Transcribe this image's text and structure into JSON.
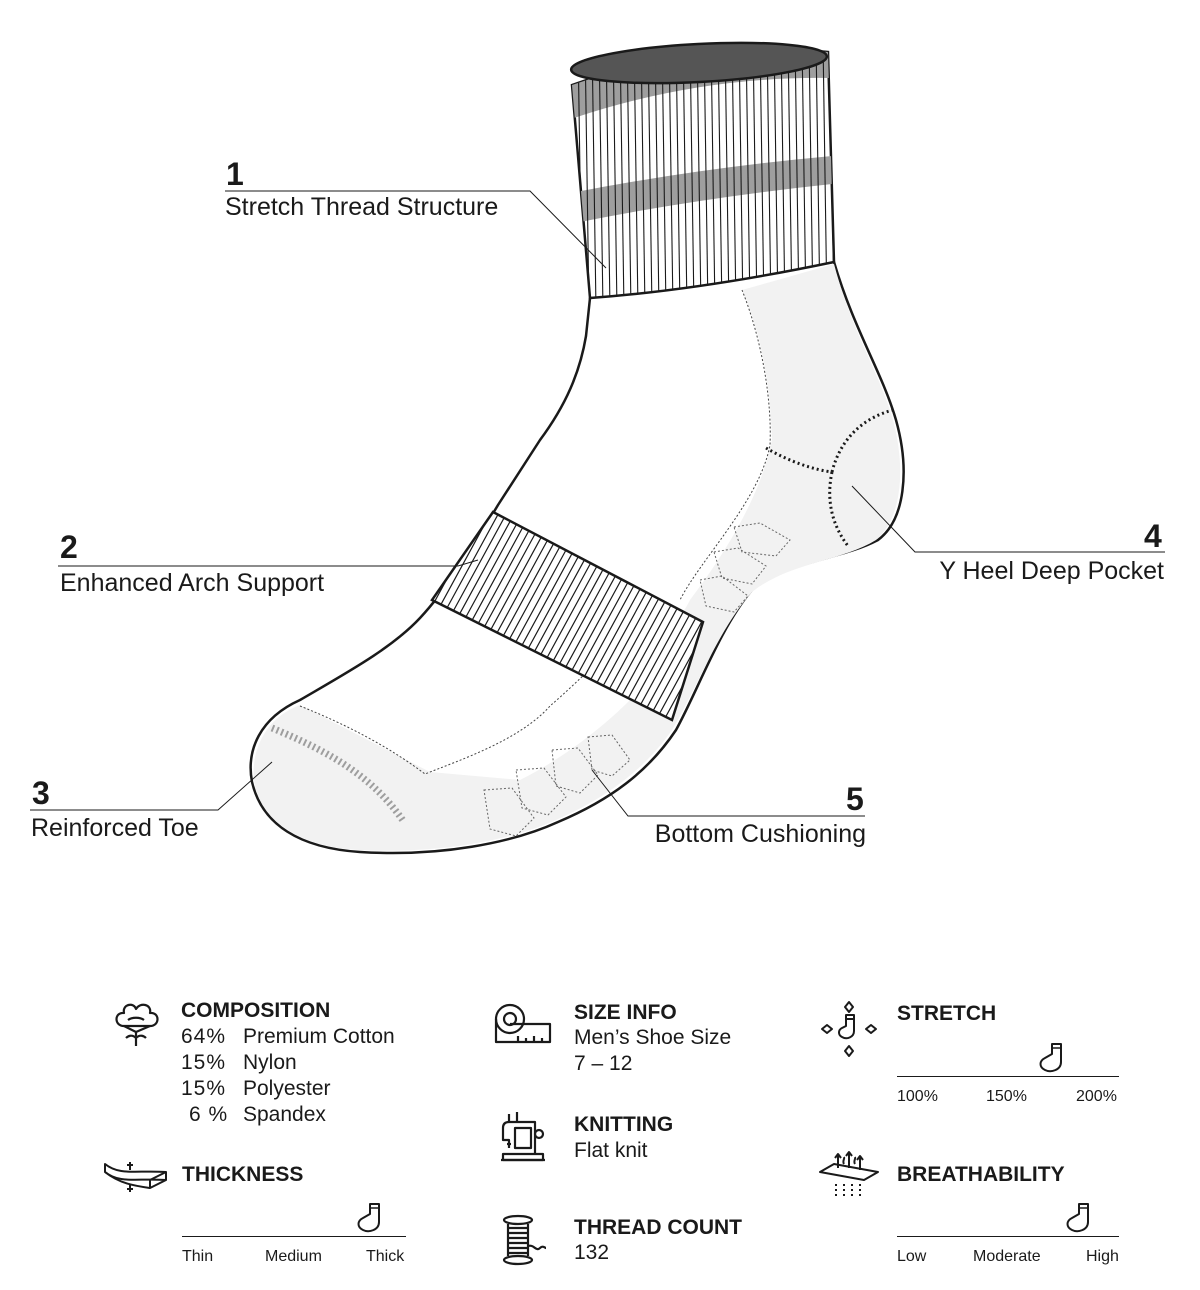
{
  "callouts": [
    {
      "num": "1",
      "label": "Stretch Thread Structure"
    },
    {
      "num": "2",
      "label": "Enhanced Arch Support"
    },
    {
      "num": "3",
      "label": "Reinforced Toe"
    },
    {
      "num": "4",
      "label": "Y Heel Deep Pocket"
    },
    {
      "num": "5",
      "label": "Bottom Cushioning"
    }
  ],
  "composition": {
    "title": "COMPOSITION",
    "items": [
      {
        "pct": "64%",
        "material": "Premium Cotton"
      },
      {
        "pct": "15%",
        "material": "Nylon"
      },
      {
        "pct": "15%",
        "material": "Polyester"
      },
      {
        "pct": "6 %",
        "material": "Spandex"
      }
    ]
  },
  "thickness": {
    "title": "THICKNESS",
    "labels": [
      "Thin",
      "Medium",
      "Thick"
    ],
    "level": 0.84
  },
  "size_info": {
    "title": "SIZE INFO",
    "line1": "Men’s Shoe Size",
    "line2": "7 – 12"
  },
  "knitting": {
    "title": "KNITTING",
    "value": "Flat knit"
  },
  "thread_count": {
    "title": "THREAD COUNT",
    "value": "132"
  },
  "stretch": {
    "title": "STRETCH",
    "labels": [
      "100%",
      "150%",
      "200%"
    ],
    "level": 0.7
  },
  "breathability": {
    "title": "BREATHABILITY",
    "labels": [
      "Low",
      "Moderate",
      "High"
    ],
    "level": 0.82
  },
  "colors": {
    "outline": "#1a1a1a",
    "band_gray": "#9e9e9e",
    "cuff_inner": "#555555",
    "cushion_fill": "#f2f2f2"
  }
}
